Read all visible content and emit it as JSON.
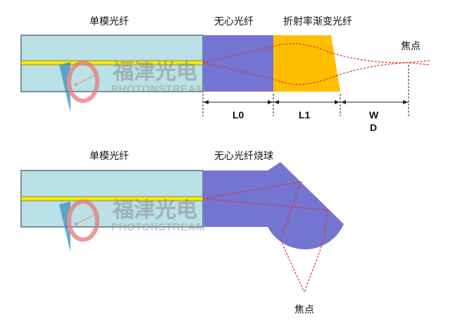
{
  "top": {
    "smf_label": "单模光纤",
    "coreless_label": "无心光纤",
    "grin_label": "折射率渐变光纤",
    "focus_label": "焦点",
    "dim_l0": "L0",
    "dim_l1": "L1",
    "dim_wd_w": "W",
    "dim_wd_d": "D"
  },
  "bottom": {
    "smf_label": "单模光纤",
    "ball_label": "无心光纤烧球",
    "focus_label": "焦点"
  },
  "watermark": {
    "cn": "福津光电",
    "en": "PHOTONSTREAM"
  },
  "colors": {
    "fiber_cladding": "#b9e1e6",
    "fiber_border": "#7790a3",
    "core": "#f5e900",
    "coreless": "#7474d1",
    "grin": "#ffbf00",
    "ray": "#e0302c"
  }
}
